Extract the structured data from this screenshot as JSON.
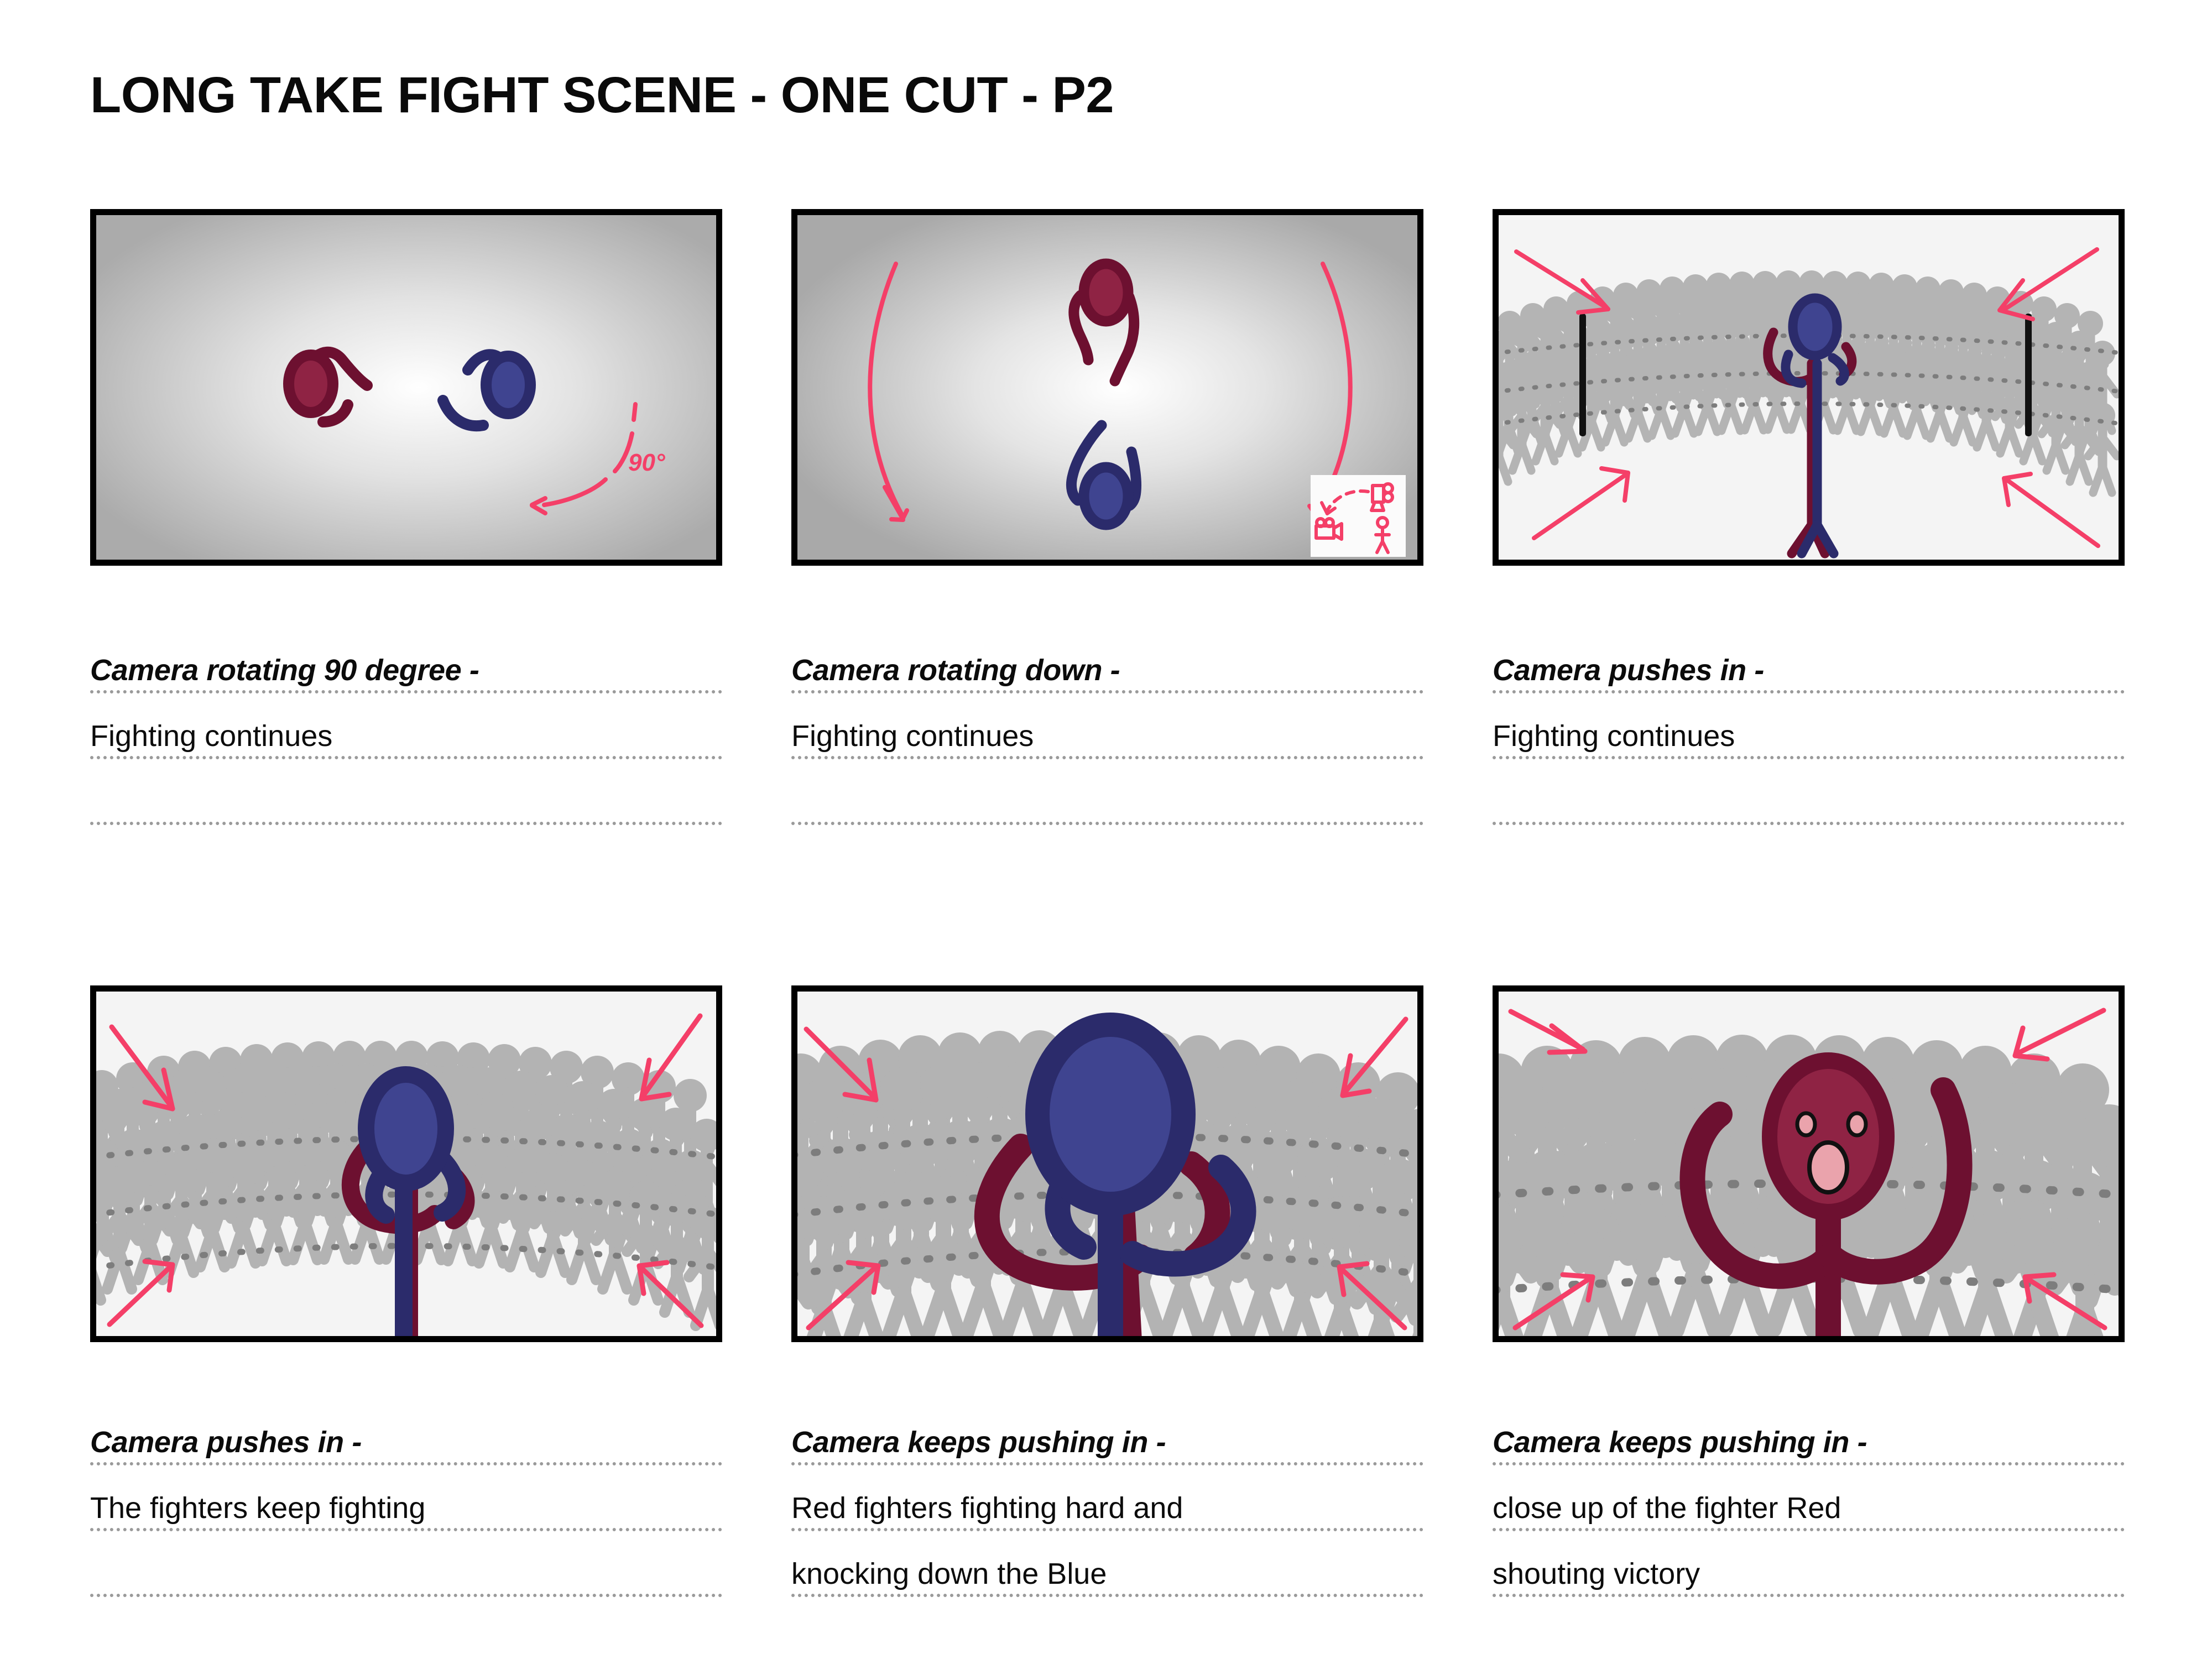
{
  "document": {
    "title": "LONG TAKE FIGHT SCENE - ONE CUT - P2",
    "type": "storyboard",
    "panel_count": 6,
    "columns": 3,
    "rows": 2
  },
  "palette": {
    "ink": "#0a0a0a",
    "paper": "#ffffff",
    "panel_border": "#000000",
    "panel_bg_light": "#f4f4f4",
    "red_outline": "#6d1030",
    "red_fill": "#8f2344",
    "red_mouth": "#eaa3ac",
    "blue_outline": "#2b2b6b",
    "blue_fill": "#3f4490",
    "crowd_gray": "#b3b3b3",
    "dashed_gray": "#7d7d7d",
    "annotation_pink": "#f43f68",
    "caption_rule": "#9a9a9a"
  },
  "panels": [
    {
      "id": "panel-1",
      "index": 1,
      "scene": "top-down-two-fighters",
      "background": "radial-gradient-gray",
      "annotation_label": "90°",
      "annotations": [
        "curved-rotation-arrow",
        "angle-label-90"
      ],
      "figures": [
        {
          "color_name": "red",
          "orientation": "top-down",
          "position": "left-of-center"
        },
        {
          "color_name": "blue",
          "orientation": "top-down",
          "position": "right-of-center"
        }
      ],
      "caption": {
        "head": "Camera rotating 90 degree -",
        "body": "Fighting continues",
        "extra": ""
      }
    },
    {
      "id": "panel-2",
      "index": 2,
      "scene": "top-down-two-fighters-vertical",
      "background": "radial-gradient-gray",
      "annotations": [
        "left-sweep-arrow-down",
        "right-sweep-arrow-down",
        "camera-move-inset"
      ],
      "inset": {
        "label": "camera-rig-diagram",
        "icons": [
          "camera-high-icon",
          "camera-low-icon",
          "stick-figure-icon",
          "dashed-move-arrow"
        ]
      },
      "figures": [
        {
          "color_name": "red",
          "orientation": "top-down",
          "position": "upper-center"
        },
        {
          "color_name": "blue",
          "orientation": "top-down",
          "position": "lower-center"
        }
      ],
      "caption": {
        "head": "Camera rotating down -",
        "body": "Fighting continues",
        "extra": ""
      }
    },
    {
      "id": "panel-3",
      "index": 3,
      "scene": "wide-arena-crowd",
      "background": "flat-light",
      "annotations": [
        "arrow-in-top-left",
        "arrow-in-top-right",
        "arrow-in-bottom-left",
        "arrow-in-bottom-right"
      ],
      "props": [
        "left-black-post",
        "right-black-post",
        "dashed-crowd-rows"
      ],
      "figures": [
        {
          "color_name": "blue",
          "orientation": "standing",
          "position": "center",
          "scale": "small"
        },
        {
          "color_name": "red",
          "orientation": "standing",
          "position": "center",
          "scale": "small"
        }
      ],
      "caption": {
        "head": "Camera pushes in -",
        "body": "Fighting continues",
        "extra": ""
      }
    },
    {
      "id": "panel-4",
      "index": 4,
      "scene": "medium-arena-crowd",
      "background": "flat-light",
      "annotations": [
        "arrow-in-top-left",
        "arrow-in-top-right",
        "arrow-in-bottom-left",
        "arrow-in-bottom-right"
      ],
      "props": [
        "dashed-crowd-rows"
      ],
      "figures": [
        {
          "color_name": "blue",
          "orientation": "standing",
          "position": "center",
          "scale": "medium"
        },
        {
          "color_name": "red",
          "orientation": "standing",
          "position": "center",
          "scale": "medium"
        }
      ],
      "caption": {
        "head": "Camera pushes in -",
        "body": "The fighters keep fighting",
        "extra": ""
      }
    },
    {
      "id": "panel-5",
      "index": 5,
      "scene": "close-arena-crowd",
      "background": "flat-light",
      "annotations": [
        "arrow-in-top-left",
        "arrow-in-top-right",
        "arrow-in-bottom-left",
        "arrow-in-bottom-right"
      ],
      "props": [
        "dashed-crowd-rows"
      ],
      "figures": [
        {
          "color_name": "blue",
          "orientation": "standing",
          "position": "center",
          "scale": "large"
        },
        {
          "color_name": "red",
          "orientation": "knocked-down",
          "position": "center",
          "scale": "large"
        }
      ],
      "caption": {
        "head": "Camera keeps pushing in -",
        "body": "Red fighters fighting hard and",
        "extra": "knocking down the Blue"
      }
    },
    {
      "id": "panel-6",
      "index": 6,
      "scene": "extreme-closeup-red-shouting",
      "background": "flat-light",
      "annotations": [
        "arrow-in-top-left",
        "arrow-in-top-right",
        "arrow-in-bottom-left",
        "arrow-in-bottom-right"
      ],
      "props": [
        "dashed-crowd-rows"
      ],
      "figures": [
        {
          "color_name": "red",
          "orientation": "arms-raised",
          "position": "center",
          "scale": "closeup",
          "face": "shouting"
        }
      ],
      "caption": {
        "head": "Camera keeps pushing in -",
        "body": "close up of the fighter Red",
        "extra": "shouting victory"
      }
    }
  ]
}
